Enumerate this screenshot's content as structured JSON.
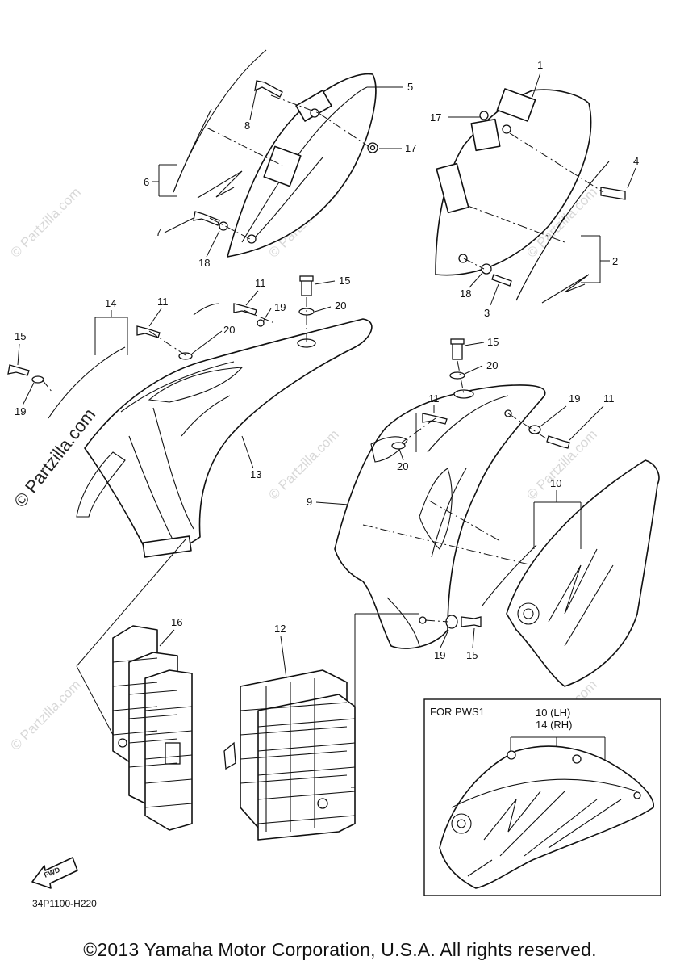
{
  "callouts": {
    "c1": "1",
    "c2": "2",
    "c3": "3",
    "c4": "4",
    "c5": "5",
    "c6": "6",
    "c7": "7",
    "c8": "8",
    "c9": "9",
    "c10": "10",
    "c11a": "11",
    "c11b": "11",
    "c11c": "11",
    "c11d": "11",
    "c12": "12",
    "c13": "13",
    "c14": "14",
    "c15a": "15",
    "c15b": "15",
    "c15c": "15",
    "c15d": "15",
    "c16": "16",
    "c17a": "17",
    "c17b": "17",
    "c18a": "18",
    "c18b": "18",
    "c19a": "19",
    "c19b": "19",
    "c19c": "19",
    "c19d": "19",
    "c20a": "20",
    "c20b": "20",
    "c20c": "20",
    "c20d": "20"
  },
  "inset": {
    "title": "FOR PWS1",
    "label_lh": "10 (LH)",
    "label_rh": "14 (RH)"
  },
  "fwd_label": "FWD",
  "drawing_code": "34P1100-H220",
  "watermark": "© Partzilla.com",
  "copyright": "©2013 Yamaha Motor Corporation, U.S.A. All rights reserved.",
  "colors": {
    "line": "#111111",
    "watermark": "#d8d8d8"
  }
}
